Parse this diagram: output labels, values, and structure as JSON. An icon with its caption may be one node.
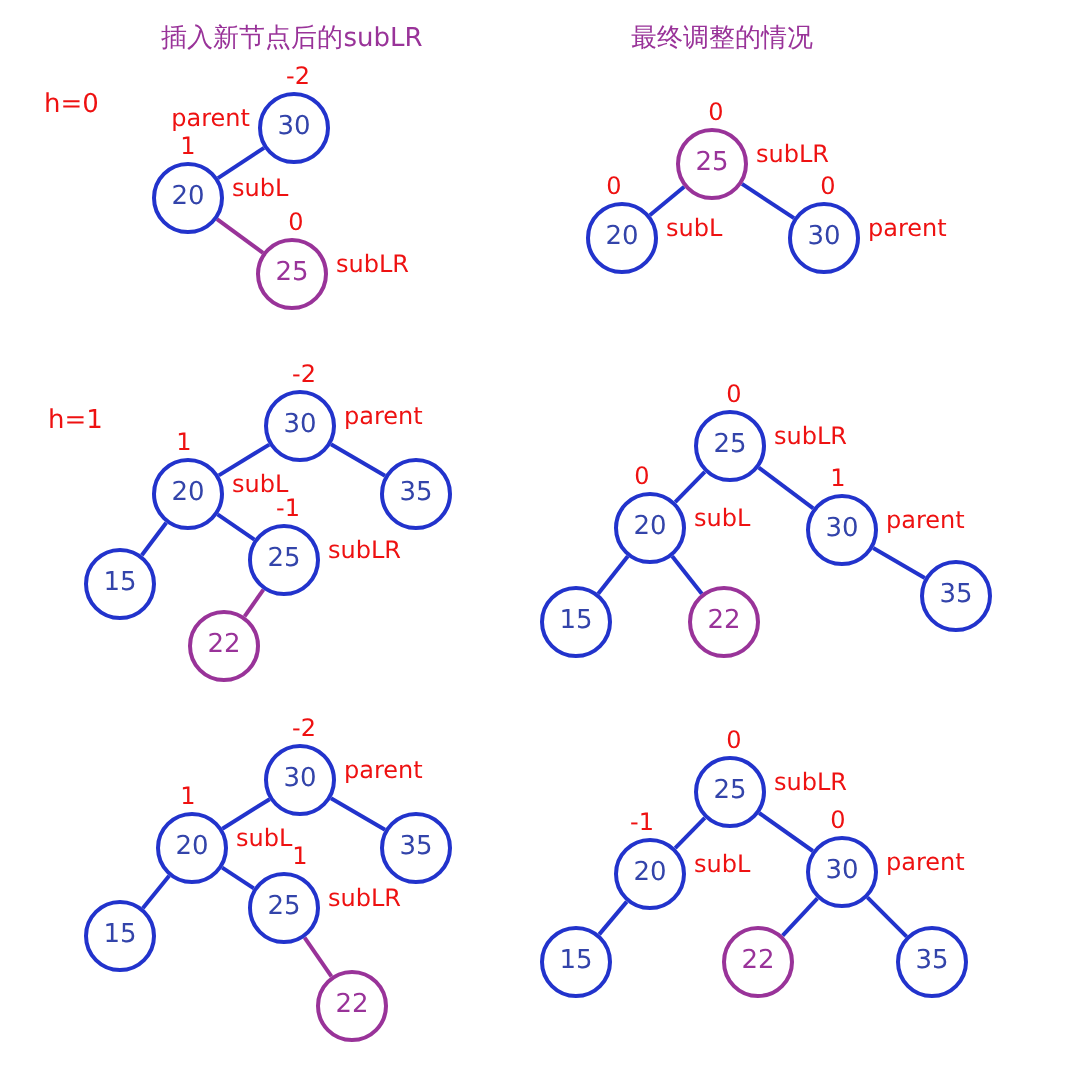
{
  "diagram": {
    "nodes": [
      {
        "text": [
          "30"
        ],
        "beside": [
          "-2",
          "parent"
        ]
      },
      {
        "text": [
          "20"
        ],
        "beside": [
          "1",
          "subL"
        ]
      },
      {
        "text": [
          "25"
        ],
        "beside": [
          "0",
          "subLR"
        ]
      },
      {
        "text": [
          "25"
        ],
        "beside": [
          "0",
          "subLR"
        ]
      },
      {
        "text": [
          "20"
        ],
        "beside": [
          "0",
          "subL"
        ]
      },
      {
        "text": [
          "30"
        ],
        "beside": [
          "0",
          "parent"
        ]
      },
      {
        "text": [
          "30"
        ],
        "beside": [
          "-2",
          "parent"
        ]
      },
      {
        "text": [
          "20"
        ],
        "beside": [
          "1",
          "subL"
        ]
      },
      {
        "text": [
          "35"
        ]
      },
      {
        "text": [
          "15"
        ]
      },
      {
        "text": [
          "25"
        ],
        "beside": [
          "-1",
          "subLR"
        ]
      },
      {
        "text": [
          "22"
        ]
      },
      {
        "text": [
          "25"
        ],
        "beside": [
          "0",
          "subLR"
        ]
      },
      {
        "text": [
          "20"
        ],
        "beside": [
          "0",
          "subL"
        ]
      },
      {
        "text": [
          "30"
        ],
        "beside": [
          "1",
          "parent"
        ]
      },
      {
        "text": [
          "15"
        ]
      },
      {
        "text": [
          "22"
        ]
      },
      {
        "text": [
          "35"
        ]
      },
      {
        "text": [
          "30"
        ],
        "beside": [
          "-2",
          "parent"
        ]
      },
      {
        "text": [
          "20"
        ],
        "beside": [
          "1",
          "subL"
        ]
      },
      {
        "text": [
          "35"
        ]
      },
      {
        "text": [
          "15"
        ]
      },
      {
        "text": [
          "25"
        ],
        "beside": [
          "1",
          "subLR"
        ]
      },
      {
        "text": [
          "22"
        ]
      },
      {
        "text": [
          "25"
        ],
        "beside": [
          "0",
          "subLR"
        ]
      },
      {
        "text": [
          "20"
        ],
        "beside": [
          "-1",
          "subL"
        ]
      },
      {
        "text": [
          "30"
        ],
        "beside": [
          "0",
          "parent"
        ]
      },
      {
        "text": [
          "15"
        ]
      },
      {
        "text": [
          "22"
        ]
      },
      {
        "text": [
          "35"
        ]
      }
    ],
    "edges": [
      {
        "from": 0,
        "to": 1,
        "arrow": "none"
      },
      {
        "from": 1,
        "to": 2,
        "arrow": "none",
        "color": "#993399"
      },
      {
        "from": 3,
        "to": 4,
        "arrow": "none"
      },
      {
        "from": 3,
        "to": 5,
        "arrow": "none"
      },
      {
        "from": 6,
        "to": 7,
        "arrow": "none"
      },
      {
        "from": 6,
        "to": 8,
        "arrow": "none"
      },
      {
        "from": 7,
        "to": 9,
        "arrow": "none"
      },
      {
        "from": 7,
        "to": 10,
        "arrow": "none"
      },
      {
        "from": 10,
        "to": 11,
        "arrow": "none",
        "color": "#993399"
      },
      {
        "from": 12,
        "to": 13,
        "arrow": "none"
      },
      {
        "from": 12,
        "to": 14,
        "arrow": "none"
      },
      {
        "from": 13,
        "to": 15,
        "arrow": "none"
      },
      {
        "from": 13,
        "to": 16,
        "arrow": "none"
      },
      {
        "from": 14,
        "to": 17,
        "arrow": "none"
      },
      {
        "from": 18,
        "to": 19,
        "arrow": "none"
      },
      {
        "from": 18,
        "to": 20,
        "arrow": "none"
      },
      {
        "from": 19,
        "to": 21,
        "arrow": "none"
      },
      {
        "from": 19,
        "to": 22,
        "arrow": "none"
      },
      {
        "from": 22,
        "to": 23,
        "arrow": "none",
        "color": "#993399"
      },
      {
        "from": 24,
        "to": 25,
        "arrow": "none"
      },
      {
        "from": 24,
        "to": 26,
        "arrow": "none"
      },
      {
        "from": 25,
        "to": 27,
        "arrow": "none"
      },
      {
        "from": 26,
        "to": 28,
        "arrow": "none"
      },
      {
        "from": 26,
        "to": 29,
        "arrow": "none"
      }
    ],
    "labels": [
      "插入新节点后的subLR",
      "最终调整的情况",
      "h=0",
      "h=1"
    ]
  }
}
